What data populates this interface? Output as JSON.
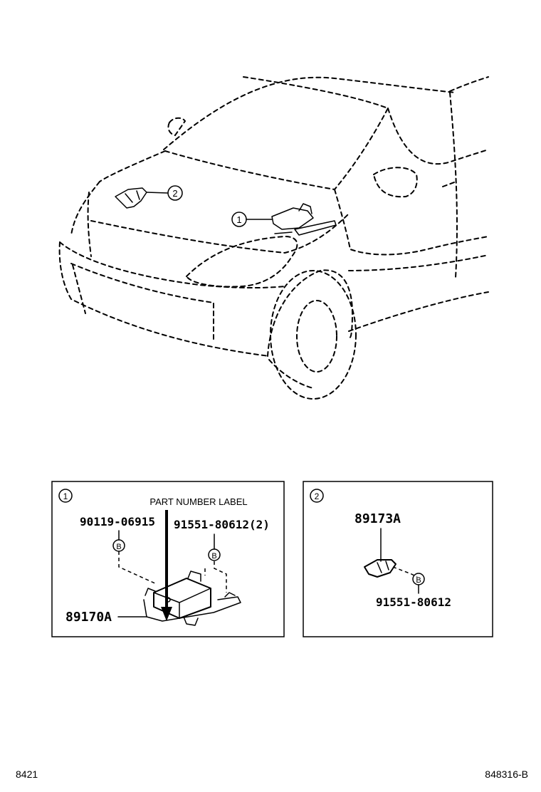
{
  "overview": {
    "callout_1": "1",
    "callout_2": "2"
  },
  "panel_1": {
    "index": "1",
    "label": "PART NUMBER LABEL",
    "bolt": "90119-06915",
    "nut": "91551-80612(2)",
    "part": "89170A",
    "tag_b_left": "B",
    "tag_b_right": "B"
  },
  "panel_2": {
    "index": "2",
    "part": "89173A",
    "nut": "91551-80612",
    "tag_b": "B"
  },
  "footer": {
    "left_code": "8421",
    "right_code": "848316-B"
  }
}
